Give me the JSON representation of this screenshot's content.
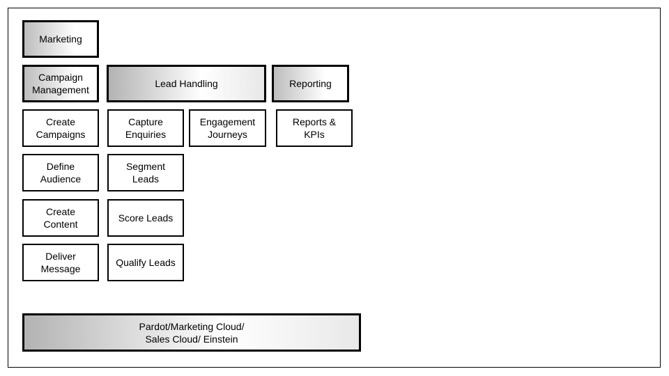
{
  "diagram": {
    "header": {
      "marketing": "Marketing"
    },
    "groups": {
      "campaign_management": "Campaign\nManagement",
      "lead_handling": "Lead  Handling",
      "reporting": "Reporting"
    },
    "campaign_items": [
      "Create\nCampaigns",
      "Define\nAudience",
      "Create\nContent",
      "Deliver\nMessage"
    ],
    "lead_items": [
      "Capture\nEnquiries",
      "Segment\nLeads",
      "Score Leads",
      "Qualify Leads"
    ],
    "engagement_item": "Engagement\nJourneys",
    "reporting_item": "Reports &\nKPIs",
    "platform": "Pardot/Marketing Cloud/\nSales Cloud/ Einstein"
  },
  "colors": {
    "border": "#000000",
    "gradient_dark": "#bdbdbd",
    "gradient_light": "#ffffff",
    "background": "#ffffff"
  }
}
